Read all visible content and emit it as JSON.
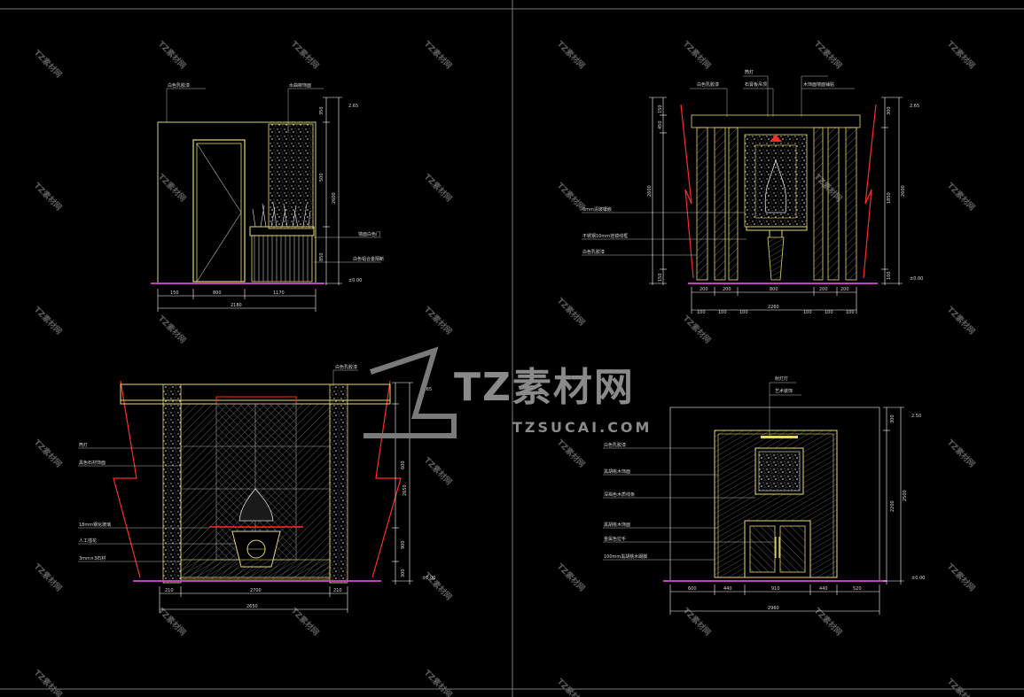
{
  "colors": {
    "background": "#000000",
    "outline": "#e6d86a",
    "dimension": "#ffffff",
    "cyan": "#4fd9d9",
    "red": "#ff2a2a",
    "floor": "#c040c0",
    "watermark": "#5a5a5a"
  },
  "watermark": {
    "logo_cn": "TZ素材网",
    "logo_en": "TZSUCAI.COM",
    "tile_text": "TZ素材网"
  },
  "elevation_1": {
    "labels": [
      "白色乳胶漆",
      "水曲柳饰面",
      "墙面白色门",
      "白色铝合金隔断"
    ],
    "right_dims": [
      "350",
      "500",
      "850",
      "2600"
    ],
    "level_top": "2.65",
    "level_bottom": "±0.00",
    "bottom_dims": [
      "150",
      "800",
      "1170"
    ],
    "total_width": "2180"
  },
  "elevation_2": {
    "top_labels": [
      "筒灯",
      "白色乳胶漆",
      "石膏板吊顶",
      "木饰面墙面铺贴"
    ],
    "left_labels": [
      "8mm清玻镶嵌",
      "不锈钢10mm挂镜线框",
      "白色乳胶漆"
    ],
    "left_dims": [
      "150",
      "450",
      "2600",
      "150"
    ],
    "right_dims": [
      "300",
      "1850",
      "2600",
      "100"
    ],
    "level_top": "2.65",
    "level_bottom": "±0.00",
    "bottom_dims_1": [
      "200",
      "200",
      "800",
      "200",
      "200"
    ],
    "bottom_dims_2": [
      "100",
      "100",
      "100",
      "100",
      "100",
      "100"
    ],
    "total_width": "2260"
  },
  "elevation_3": {
    "top_label": "白色乳胶漆",
    "left_labels": [
      "筒灯",
      "黑色石材饰面",
      "18mm钢化玻璃",
      "人工插花",
      "3mm×3石材"
    ],
    "right_dims": [
      "600",
      "2650",
      "900",
      "300"
    ],
    "level_top": "2.65",
    "level_bottom": "±0.00",
    "bottom_dims": [
      "210",
      "2700",
      "210"
    ],
    "total_width": "2650"
  },
  "elevation_4": {
    "top_labels": [
      "射灯灯",
      "艺术装饰"
    ],
    "left_labels": [
      "白色乳胶漆",
      "黑胡桃木饰面",
      "深褐色木质线条",
      "黑胡桃木饰面",
      "金属色拉手",
      "100mm黑胡桃木踢脚"
    ],
    "right_dims": [
      "300",
      "2200",
      "2500"
    ],
    "level_top": "2.50",
    "level_bottom": "±0.00",
    "bottom_dims": [
      "600",
      "440",
      "910",
      "440",
      "520"
    ],
    "total_width": "2960"
  }
}
